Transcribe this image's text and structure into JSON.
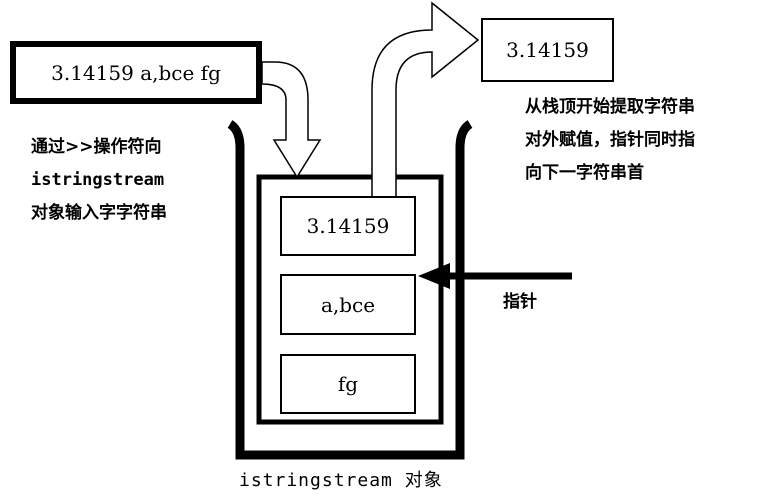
{
  "input_string": "3.14159 a,bce fg",
  "output_value": "3.14159",
  "left_note": [
    "通过>>操作符向",
    "istringstream",
    "对象输入字字符串"
  ],
  "right_note": [
    "从栈顶开始提取字符串",
    "对外赋值，指针同时指",
    "向下一字符串首"
  ],
  "pointer_label": "指针",
  "container_label": "istringstream 对象",
  "stack_items": [
    "3.14159",
    "a,bce",
    "fg"
  ]
}
